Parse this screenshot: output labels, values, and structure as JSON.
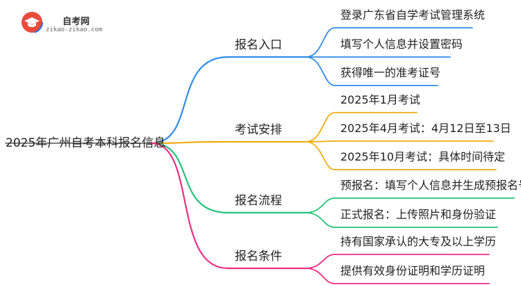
{
  "logo": {
    "name": "自考网",
    "url": "zikao-zikao.com"
  },
  "mindmap": {
    "root": "2025年广州自考本科报名信息",
    "branches": [
      {
        "label": "报名入口",
        "color": "#2f8ce8",
        "leaves": [
          "登录广东省自学考试管理系统",
          "填写个人信息并设置密码",
          "获得唯一的准考证号"
        ]
      },
      {
        "label": "考试安排",
        "color": "#f0ac14",
        "leaves": [
          "2025年1月考试",
          "2025年4月考试：4月12日至13日",
          "2025年10月考试：具体时间待定"
        ]
      },
      {
        "label": "报名流程",
        "color": "#22c479",
        "leaves": [
          "预报名：填写个人信息并生成预报名号",
          "正式报名：上传照片和身份验证"
        ]
      },
      {
        "label": "报名条件",
        "color": "#ec2f86",
        "leaves": [
          "持有国家承认的大专及以上学历",
          "提供有效身份证明和学历证明"
        ]
      }
    ]
  }
}
